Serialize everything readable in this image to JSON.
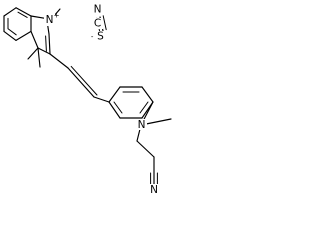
{
  "molecule": {
    "atoms": {
      "indolium_n": "N",
      "indolium_charge": "+",
      "thiocyanate_s": "S",
      "thiocyanate_charge": "-",
      "thiocyanate_c": "C",
      "thiocyanate_n": "N",
      "amine_n": "N",
      "nitrile_n": "N"
    }
  }
}
